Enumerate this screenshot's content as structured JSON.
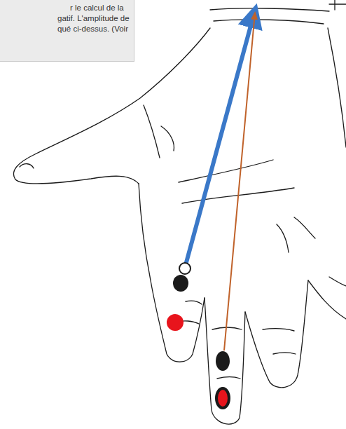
{
  "diagram": {
    "nodes": [
      {
        "text": [
          "r le calcul de la",
          "gatif. L'amplitude de",
          "qué ci-dessus. (Voir"
        ]
      }
    ]
  }
}
